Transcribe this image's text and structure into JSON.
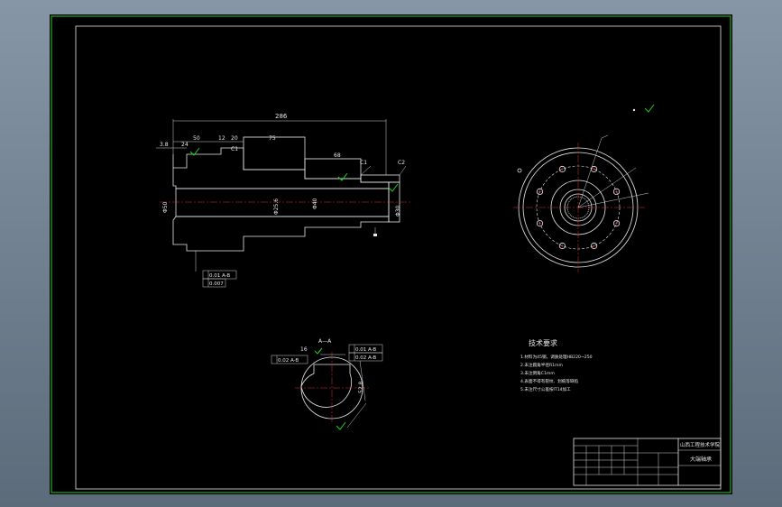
{
  "colors": {
    "border_green": "#1fd11f",
    "line_white": "#e8e8e8",
    "center_red": "#d33333",
    "background": "#000000"
  },
  "shaft": {
    "dim_total": "286",
    "dim_50": "50",
    "dim_12": "12",
    "dim_20": "20",
    "dim_75": "75",
    "dim_68": "68",
    "dim_3_8": "3.8",
    "dim_24": "24",
    "chamfer_left": "C1",
    "chamfer_c1": "C1",
    "chamfer_c2": "C2",
    "dia_left": "Φ50",
    "dia_mid": "Φ25.6",
    "dia_bore": "Φ40",
    "dia_right": "Φ30",
    "tol_box1": "0.01 A-B",
    "tol_box2": "0.007"
  },
  "section": {
    "title": "A—A",
    "dim_16": "16",
    "dim_52": "52.8",
    "tol_a": "0.01 A-B",
    "tol_b": "0.02 A-B",
    "tol_left": "0.02 A-B"
  },
  "notes": {
    "title": "技术要求",
    "lines": [
      "1.材料为45钢，调质处理HB220~250",
      "2.未注圆角半径R1mm",
      "3.未注倒角C1mm",
      "4.表面不得有裂纹、划痕等缺陷",
      "5.未注尺寸公差按IT14加工"
    ]
  },
  "title_block": {
    "school": "山西工程技术学院",
    "part_name": "大端轴承"
  }
}
